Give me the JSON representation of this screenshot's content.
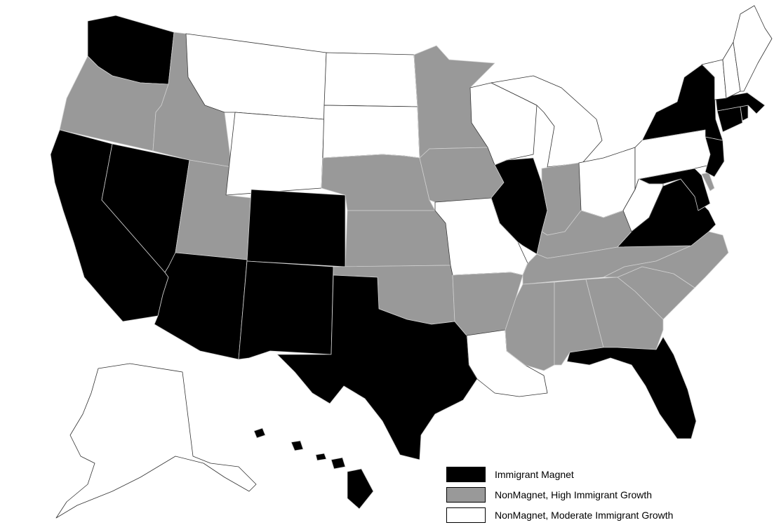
{
  "map": {
    "colors": {
      "magnet": "#000000",
      "high_growth": "#999999",
      "moderate_growth": "#ffffff",
      "border_light": "#cfcfcf",
      "border_dark": "#333333"
    },
    "categories": {
      "magnet": [
        "WA",
        "CA",
        "NV",
        "AZ",
        "NM",
        "CO",
        "TX",
        "IL",
        "NY",
        "NJ",
        "CT",
        "MA",
        "RI",
        "VA",
        "MD",
        "FL",
        "HI"
      ],
      "high_growth": [
        "OR",
        "ID",
        "UT",
        "NE",
        "KS",
        "MN",
        "IA",
        "OK",
        "AR",
        "IN",
        "KY",
        "TN",
        "NC",
        "SC",
        "GA",
        "AL",
        "MS",
        "DE"
      ],
      "moderate_growth": [
        "MT",
        "WY",
        "ND",
        "SD",
        "MO",
        "WI",
        "MI",
        "OH",
        "PA",
        "WV",
        "LA",
        "ME",
        "VT",
        "NH",
        "AK"
      ]
    }
  },
  "legend": {
    "items": [
      {
        "key": "magnet",
        "label": "Immigrant Magnet",
        "color": "#000000"
      },
      {
        "key": "high_growth",
        "label": "NonMagnet, High Immigrant Growth",
        "color": "#999999"
      },
      {
        "key": "moderate_growth",
        "label": "NonMagnet, Moderate Immigrant Growth",
        "color": "#ffffff"
      }
    ]
  }
}
